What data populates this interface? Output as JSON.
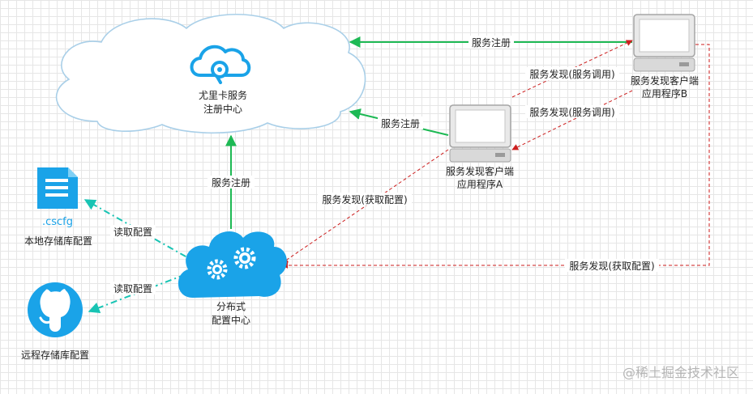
{
  "registry": {
    "line1": "尤里卡服务",
    "line2": "注册中心"
  },
  "config_center": {
    "line1": "分布式",
    "line2": "配置中心"
  },
  "client_a": {
    "line1": "服务发现客户端",
    "line2": "应用程序A"
  },
  "client_b": {
    "line1": "服务发现客户端",
    "line2": "应用程序B"
  },
  "local_storage": {
    "file_ext": ".cscfg",
    "label": "本地存储库配置"
  },
  "remote_storage": {
    "label": "远程存储库配置"
  },
  "edges": {
    "b_register": "服务注册",
    "a_register": "服务注册",
    "config_register": "服务注册",
    "a_discover_b": "服务发现(服务调用)",
    "b_discover_a": "服务发现(服务调用)",
    "a_get_config": "服务发现(获取配置)",
    "b_get_config": "服务发现(获取配置)",
    "read_local": "读取配置",
    "read_remote": "读取配置"
  },
  "watermark": "@稀土掘金技术社区",
  "colors": {
    "green": "#1db954",
    "red": "#cc1e1e",
    "teal": "#18c4b4",
    "blue": "#1aa3e8",
    "cloud_stroke": "#a9cfe8"
  }
}
